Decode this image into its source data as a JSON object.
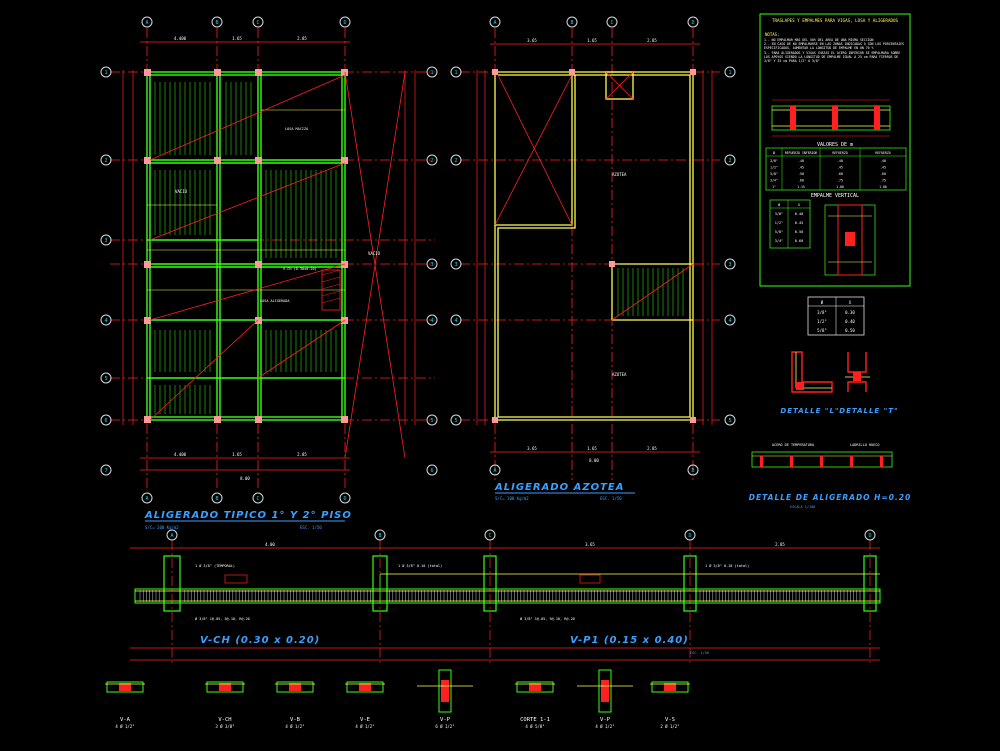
{
  "colors": {
    "background": "#000000",
    "axis": "#ff2020",
    "wall": "#39ff14",
    "beam": "#ffff55",
    "text": "#ffffff",
    "bubble": "#d8d8d8",
    "title": "#3aa0ff",
    "accent": "#ff40ff",
    "cyan": "#00e5ff"
  },
  "plan1": {
    "title": "ALIGERADO TIPICO 1° Y 2° PISO",
    "subtitle": "S/C= 200 Kg/m2",
    "scale": "ESC. 1/50",
    "axes_letters": [
      "A",
      "B",
      "C",
      "D"
    ],
    "top_dims": [
      "4.400",
      "1.65",
      "2.85"
    ],
    "bottom_dims": [
      "4.400",
      "1.65",
      "2.85"
    ],
    "bottom_total": "8.00",
    "label_vacio": "VACIO",
    "label_voladizo": "VACIO",
    "notes": [
      "LOSA MACIZA",
      "V-CH (0.30x0.20)",
      "LOSA ALIGERADA"
    ]
  },
  "plan2": {
    "title": "ALIGERADO AZOTEA",
    "subtitle": "S/C= 100 Kg/m2",
    "scale": "ESC. 1/50",
    "axes_letters": [
      "A",
      "B",
      "C",
      "D"
    ],
    "top_dims": [
      "3.65",
      "1.65",
      "2.85"
    ],
    "bottom_dims": [
      "3.65",
      "1.65",
      "2.85"
    ],
    "bottom_total": "8.00",
    "label_azotea": "AZOTEA",
    "label_azotea2": "AZOTEA"
  },
  "right_axes": [
    "1",
    "2",
    "3",
    "4",
    "5",
    "6",
    "7",
    "8"
  ],
  "notes_box": {
    "title": "TRASLAPES Y EMPALMES PARA VIGAS, LOSA Y ALIGERADOS",
    "notas_label": "NOTAS:",
    "lines": [
      "1.- NO EMPALMAR MAS DEL 50% DEL AREA DE UNA MISMA SECCION",
      "2.- EN CASO DE NO EMPALMARSE EN LAS ZONAS INDICADAS O CON LOS PORCENTAJES ESPECIFICADOS, AUMENTAR LA LONGITUD DE EMPALME EN UN 70 %",
      "3.- PARA ALIGERADOS Y VIGAS CHATAS EL ACERO INFERIOR SE EMPALMARA SOBRE LOS APOYOS SIENDO LA LONGITUD DE EMPALME IGUAL A 25 cm PARA FIERROS DE 3/8\" Y 35 cm PARA 1/2\" O 5/8\""
    ]
  },
  "valores_m": {
    "title": "VALORES DE m",
    "headers": [
      "Ø",
      "REFUERZO INFERIOR",
      "REFUERZO",
      "REFUERZO"
    ],
    "rows": [
      [
        "3/8\"",
        ".40",
        ".40",
        ".40"
      ],
      [
        "1/2\"",
        ".45",
        ".45",
        ".45"
      ],
      [
        "5/8\"",
        ".50",
        ".60",
        ".60"
      ],
      [
        "3/4\"",
        ".60",
        ".75",
        ".75"
      ],
      [
        "1\"",
        "1.15",
        "1.00",
        "1.00"
      ]
    ]
  },
  "empalme_vertical": {
    "title": "EMPALME VERTICAL",
    "headers": [
      "Ø",
      "X"
    ],
    "rows": [
      [
        "3/8\"",
        "0.40"
      ],
      [
        "1/2\"",
        "0.45"
      ],
      [
        "5/8\"",
        "0.50"
      ],
      [
        "3/4\"",
        "0.60"
      ]
    ]
  },
  "small_table": {
    "headers": [
      "Ø",
      "X"
    ],
    "rows": [
      [
        "3/8\"",
        "0.30"
      ],
      [
        "1/2\"",
        "0.40"
      ],
      [
        "5/8\"",
        "0.50"
      ]
    ]
  },
  "details": {
    "detalle_l": "DETALLE \"L\"",
    "detalle_t": "DETALLE \"T\"",
    "aligerado_title": "DETALLE DE ALIGERADO H=0.20",
    "aligerado_scale": "ESCALA 1/100",
    "acero_temp": "ACERO DE TEMPERATURA",
    "ladrillo": "LADRILLO HUECO"
  },
  "elevations": {
    "axis_bubbles": [
      "A",
      "B",
      "C",
      "D"
    ],
    "left_title": "V-CH (0.30 x 0.20)",
    "right_title": "V-P1 (0.15 x 0.40)",
    "scale": "ESC. 1/50",
    "dims": [
      "4.00",
      "3.65",
      "2.85"
    ],
    "top_bars": [
      "1 Ø 3/8\" (TEMPORAL)",
      "1 Ø 3/8\" 0.10 (total)",
      "1 Ø 3/8\" 0.10 (total)"
    ],
    "stirrups_left": "Ø 3/8\" 1@.05, 5@.10, R@.20",
    "stirrups_right": "Ø 3/8\" 1@.05, 5@.10, R@.20"
  },
  "sections": [
    {
      "name": "V-A",
      "spec": "4 Ø 1/2\""
    },
    {
      "name": "V-CH",
      "spec": "3 Ø 3/8\""
    },
    {
      "name": "V-B",
      "spec": "4 Ø 1/2\""
    },
    {
      "name": "V-E",
      "spec": "4 Ø 1/2\""
    },
    {
      "name": "V-P",
      "spec": "6 Ø 1/2\""
    },
    {
      "name": "CORTE 1-1",
      "spec": "4 Ø 5/8\""
    },
    {
      "name": "V-P",
      "spec": "4 Ø 1/2\""
    },
    {
      "name": "V-S",
      "spec": "2 Ø 1/2\""
    }
  ]
}
